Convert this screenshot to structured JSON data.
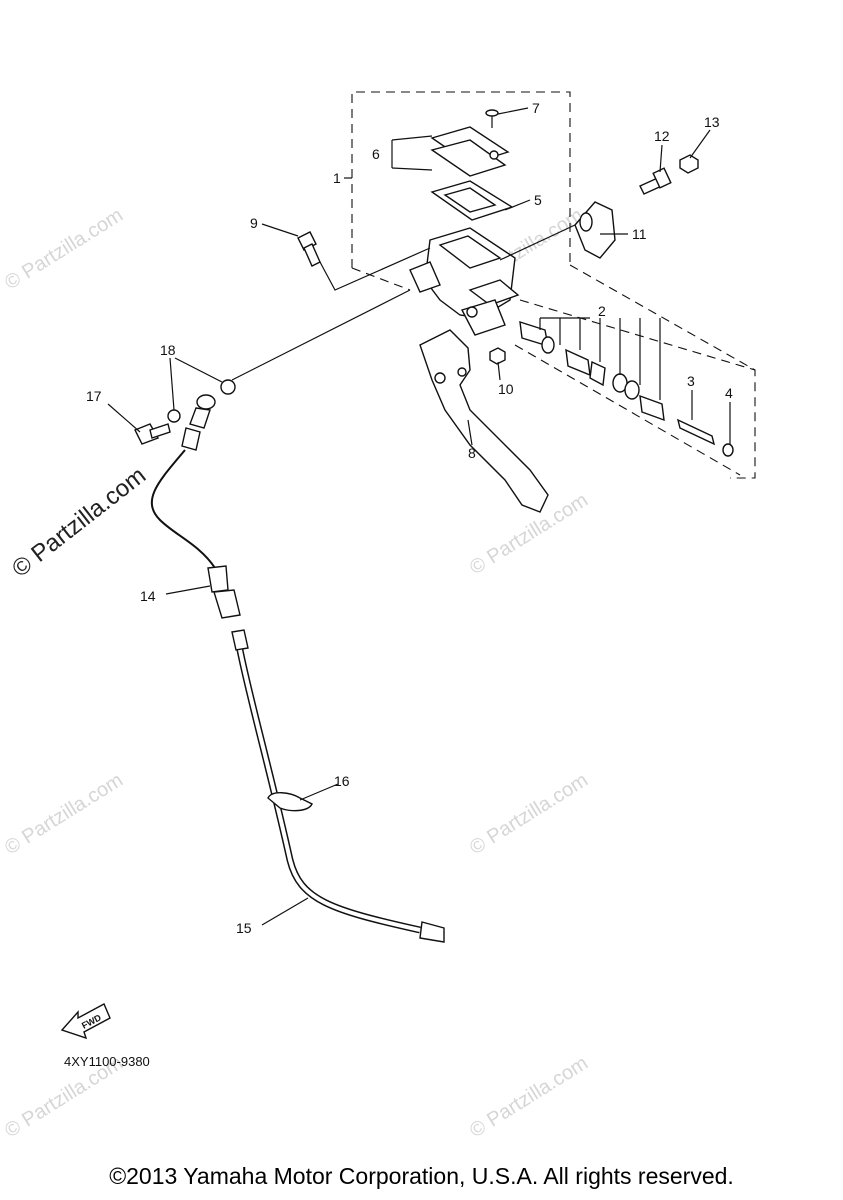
{
  "watermarks": [
    "© Partzilla.com",
    "© Partzilla.com",
    "© Partzilla.com",
    "© Partzilla.com",
    "© Partzilla.com",
    "© Partzilla.com",
    "© Partzilla.com"
  ],
  "callouts": [
    "1",
    "2",
    "3",
    "4",
    "5",
    "6",
    "7",
    "8",
    "9",
    "10",
    "11",
    "12",
    "13",
    "14",
    "15",
    "16",
    "17",
    "18"
  ],
  "fwd_label": "FWD",
  "part_code": "4XY1100-9380",
  "copyright": "©2013 Yamaha Motor Corporation, U.S.A. All rights reserved."
}
